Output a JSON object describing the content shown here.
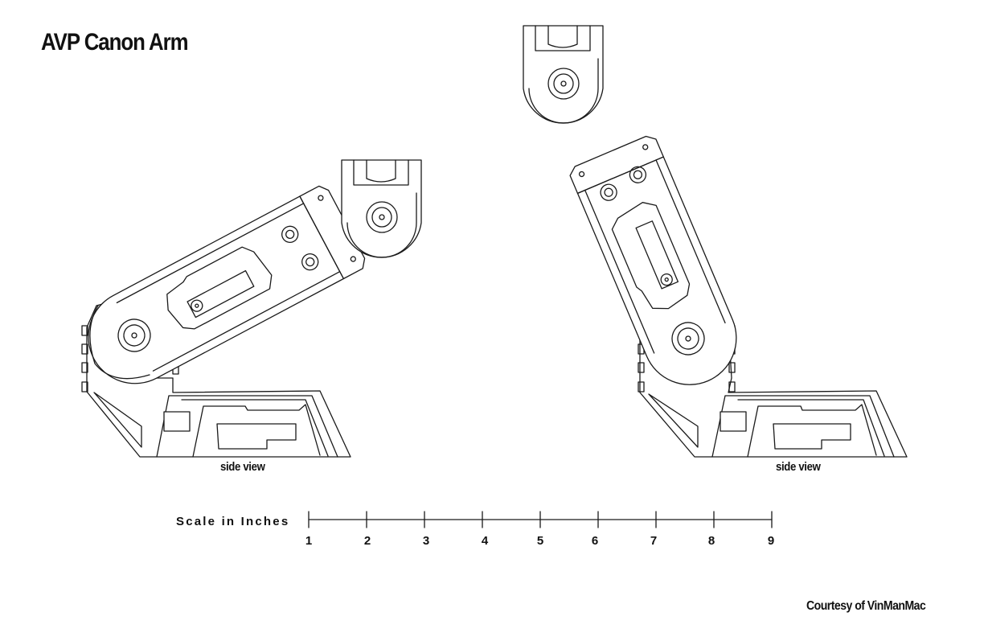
{
  "title": "AVP Canon Arm",
  "views": [
    {
      "caption": "side view"
    },
    {
      "caption": "side view"
    }
  ],
  "scale": {
    "label": "Scale in Inches",
    "ticks": [
      "1",
      "2",
      "3",
      "4",
      "5",
      "6",
      "7",
      "8",
      "9"
    ]
  },
  "credit": "Courtesy of VinManMac"
}
